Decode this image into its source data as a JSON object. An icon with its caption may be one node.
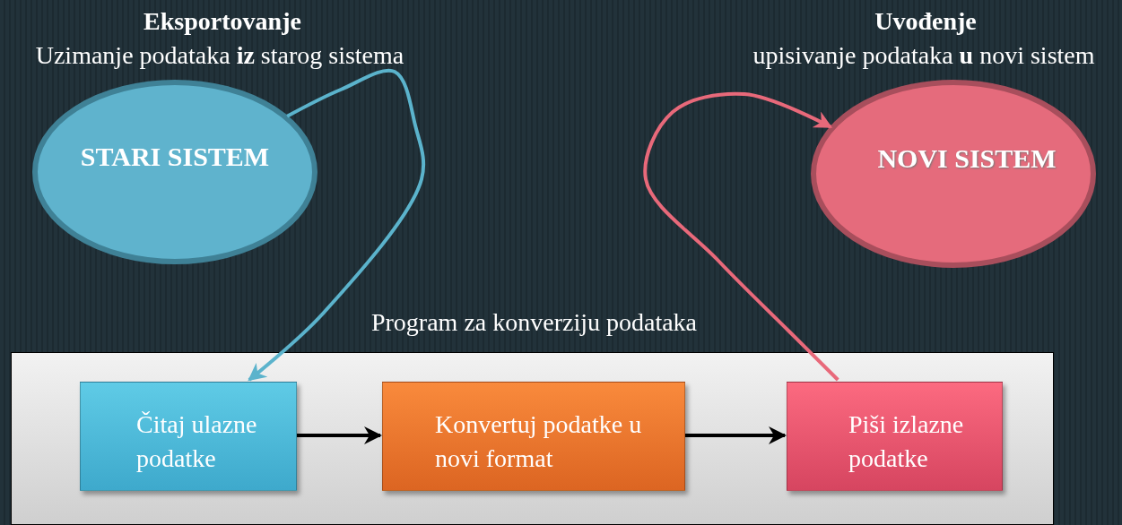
{
  "diagram": {
    "nodes": [
      {
        "text": [
          "STARI SISTEM"
        ],
        "beside": [
          "Eksportovanje",
          "Uzimanje podataka **iz** starog sistema"
        ]
      },
      {
        "text": [
          "NOVI SISTEM"
        ],
        "beside": [
          "Uvođenje",
          "upisivanje podataka **u** novi sistem"
        ]
      },
      {
        "text": [
          "Program za konverziju podataka"
        ]
      },
      {
        "text": [
          "Čitaj ulazne podatke"
        ],
        "in": 2
      },
      {
        "text": [
          "Konvertuj podatke u novi format"
        ],
        "in": 2
      },
      {
        "text": [
          "Piši izlazne podatke"
        ],
        "in": 2
      }
    ],
    "edges": [
      {
        "from": 0,
        "to": 3,
        "arrow": "to",
        "color": "#5bb3cc"
      },
      {
        "from": 3,
        "to": 4,
        "arrow": "to",
        "color": "#000000"
      },
      {
        "from": 4,
        "to": 5,
        "arrow": "to",
        "color": "#000000"
      },
      {
        "from": 5,
        "to": 1,
        "arrow": "to",
        "color": "#e8697a"
      }
    ]
  }
}
